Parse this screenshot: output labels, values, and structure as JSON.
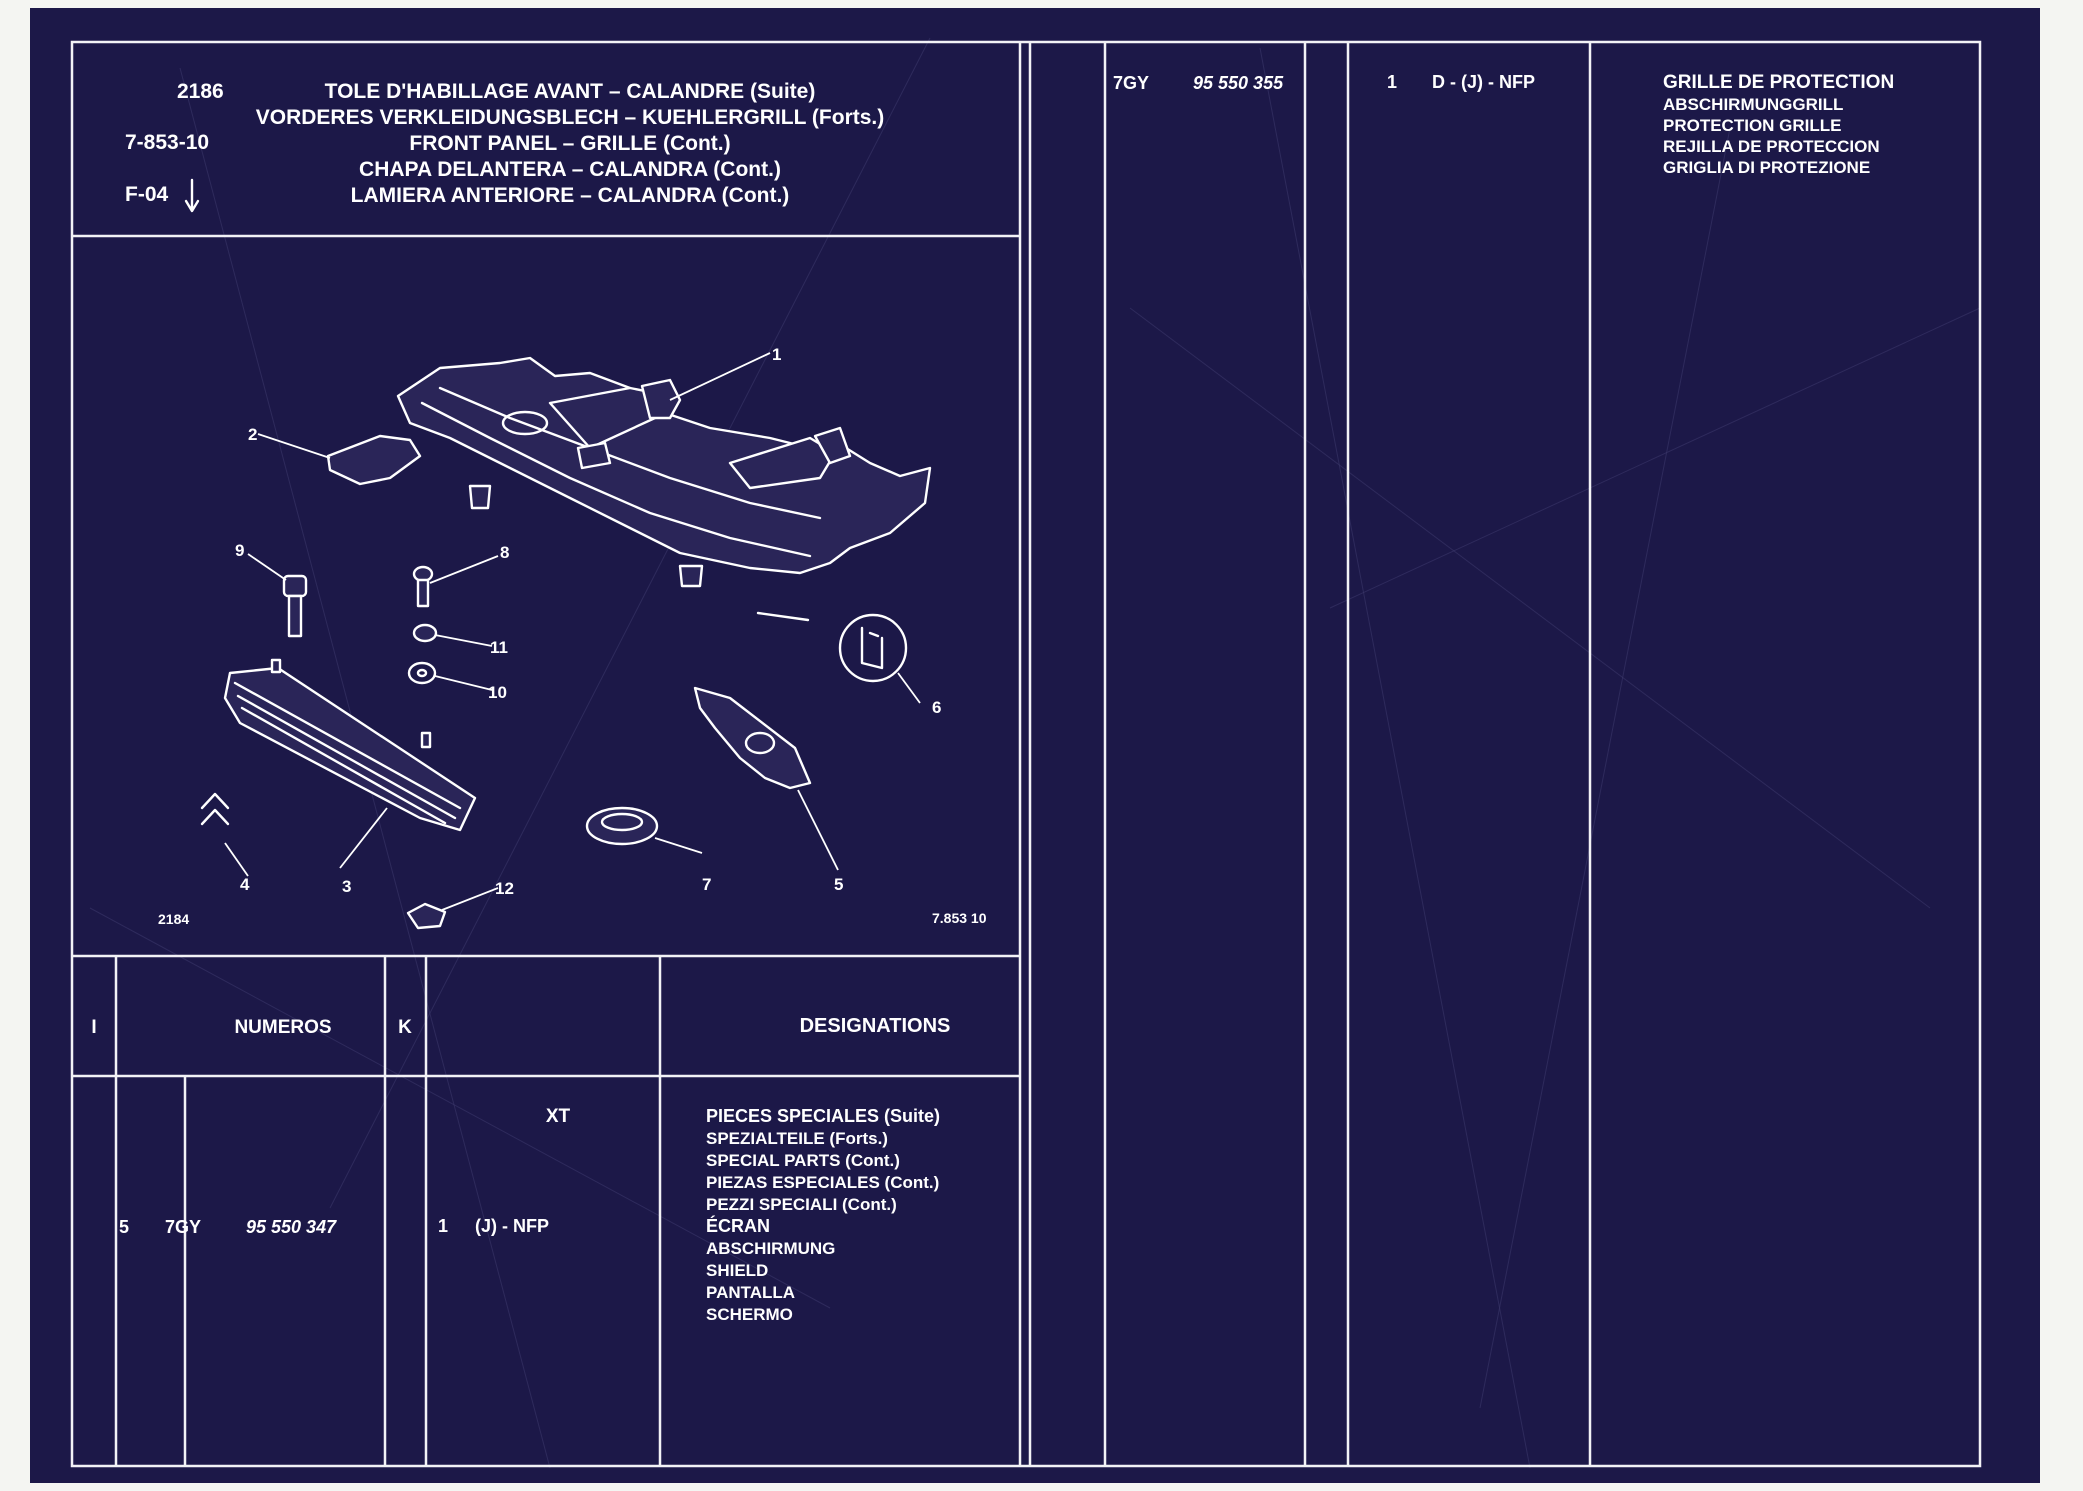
{
  "header": {
    "plate": "2186",
    "drawing_ref": "7-853-10",
    "section": "F-04",
    "titles": [
      "TOLE D'HABILLAGE AVANT – CALANDRE (Suite)",
      "VORDERES VERKLEIDUNGSBLECH – KUEHLERGRILL (Forts.)",
      "FRONT PANEL – GRILLE (Cont.)",
      "CHAPA DELANTERA – CALANDRA (Cont.)",
      "LAMIERA ANTERIORE – CALANDRA (Cont.)"
    ]
  },
  "diagram": {
    "callouts": [
      "1",
      "2",
      "3",
      "4",
      "5",
      "6",
      "7",
      "8",
      "9",
      "10",
      "11",
      "12"
    ],
    "plate_ref": "2184",
    "drawing_ref": "7.853 10"
  },
  "table": {
    "headers": {
      "index": "I",
      "numbers": "NUMEROS",
      "k": "K",
      "designations": "DESIGNATIONS"
    },
    "model_code": "XT",
    "group_titles": [
      "PIECES SPECIALES (Suite)",
      "SPEZIALTEILE (Forts.)",
      "SPECIAL PARTS (Cont.)",
      "PIEZAS ESPECIALES (Cont.)",
      "PEZZI SPECIALI (Cont.)"
    ],
    "rows": [
      {
        "index": "5",
        "code": "7GY",
        "part_number": "95 550 347",
        "quantity": "1",
        "applicability": "(J) - NFP",
        "designations": [
          "ÉCRAN",
          "ABSCHIRMUNG",
          "SHIELD",
          "PANTALLA",
          "SCHERMO"
        ]
      },
      {
        "index": "",
        "code": "7GY",
        "part_number": "95 550 355",
        "quantity": "1",
        "applicability": "D - (J) - NFP",
        "designations": [
          "GRILLE DE PROTECTION",
          "ABSCHIRMUNGGRILL",
          "PROTECTION GRILLE",
          "REJILLA DE PROTECCION",
          "GRIGLIA DI PROTEZIONE"
        ]
      }
    ]
  }
}
